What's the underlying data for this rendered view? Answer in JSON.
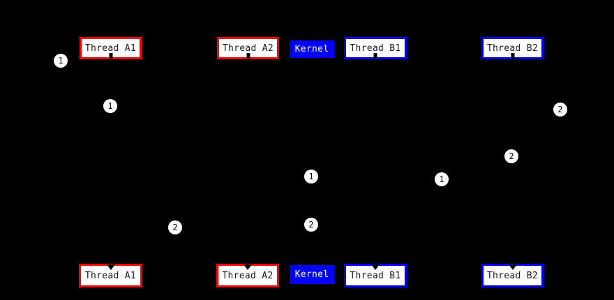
{
  "diagram": {
    "kind": "thread-kernel-scheduling-diagram",
    "colors": {
      "background": "#000000",
      "thread_a_border": "#ff0000",
      "thread_b_border": "#0000ff",
      "kernel_fill": "#0000ff",
      "node_fill": "#ffffff",
      "node_text": "#1a1a1a",
      "kernel_text": "#ffffff",
      "marker_fill": "#ffffff",
      "marker_text": "#000000"
    },
    "top_row": [
      {
        "label": "Thread A1"
      },
      {
        "label": "Thread A2"
      },
      {
        "label": "Kernel"
      },
      {
        "label": "Thread B1"
      },
      {
        "label": "Thread B2"
      }
    ],
    "bottom_row": [
      {
        "label": "Thread A1"
      },
      {
        "label": "Thread A2"
      },
      {
        "label": "Kernel"
      },
      {
        "label": "Thread B1"
      },
      {
        "label": "Thread B2"
      }
    ],
    "markers": [
      {
        "label": "1"
      },
      {
        "label": "1"
      },
      {
        "label": "2"
      },
      {
        "label": "2"
      },
      {
        "label": "1"
      },
      {
        "label": "1"
      },
      {
        "label": "2"
      },
      {
        "label": "2"
      }
    ]
  }
}
